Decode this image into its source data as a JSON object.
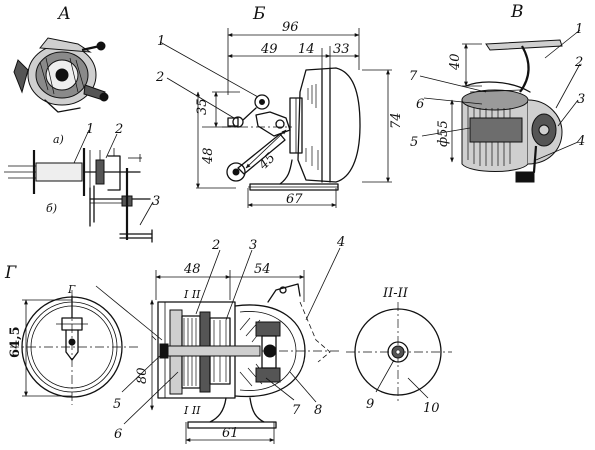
{
  "view_labels": {
    "a": "А",
    "b": "Б",
    "v": "В",
    "g": "Г"
  },
  "view_a": {
    "sub_a": "а)",
    "sub_b": "б)",
    "callouts": [
      "1",
      "2",
      "3"
    ]
  },
  "view_b": {
    "dims": {
      "width_96": "96",
      "d49": "49",
      "d14": "14",
      "d33": "33",
      "h35": "35",
      "h48": "48",
      "h74": "74",
      "d45": "45",
      "w67": "67"
    },
    "callouts": [
      "1",
      "2"
    ]
  },
  "view_v": {
    "dims": {
      "h40": "40",
      "dia55": "ф55"
    },
    "callouts": [
      "1",
      "2",
      "3",
      "4",
      "5",
      "6",
      "7"
    ]
  },
  "view_g": {
    "dims": {
      "d48": "48",
      "d54": "54",
      "h64_5": "64,5",
      "d80": "80",
      "w61": "61"
    },
    "section_marks": {
      "top": "I   II",
      "bottom": "I   II"
    },
    "detail_label": "Г",
    "callouts": [
      "2",
      "3",
      "4",
      "5",
      "6",
      "7",
      "8"
    ]
  },
  "view_section": {
    "title": "II-II",
    "callouts": [
      "9",
      "10"
    ]
  }
}
